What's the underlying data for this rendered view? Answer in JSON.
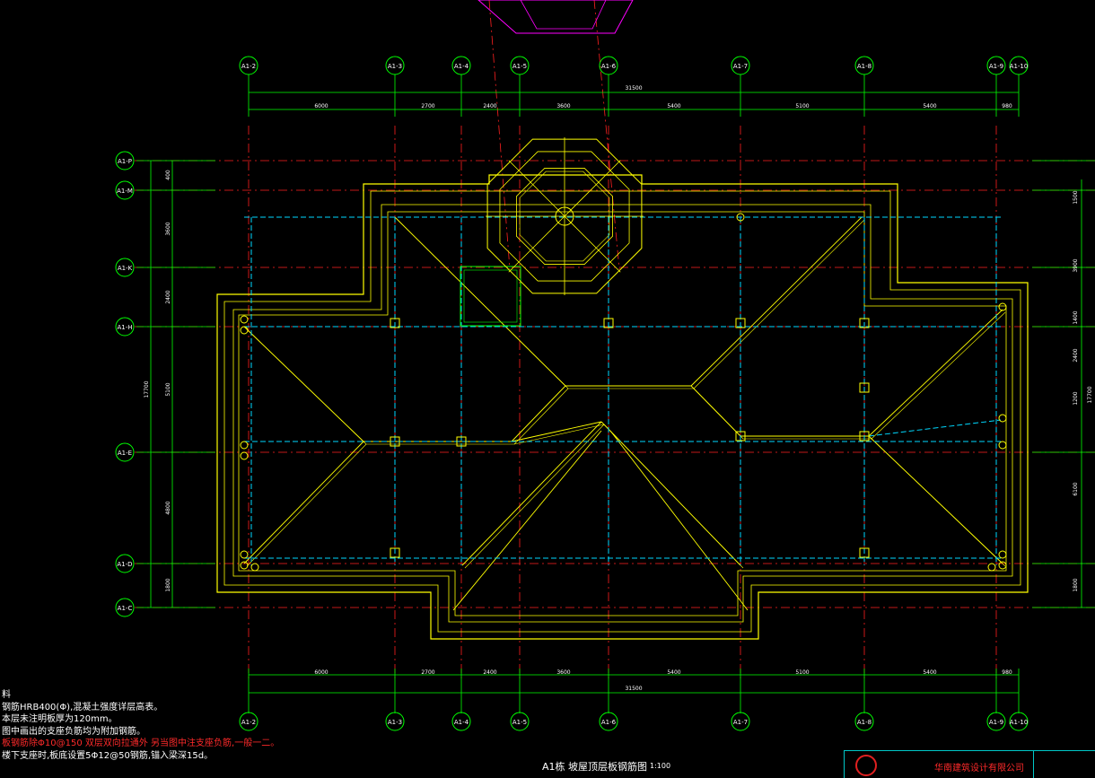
{
  "grid_cols": [
    "A1-2",
    "A1-3",
    "A1-4",
    "A1-5",
    "A1-6",
    "A1-7",
    "A1-8",
    "A1-9",
    "A1-10"
  ],
  "grid_rows": [
    "A1-P",
    "A1-M",
    "A1-K",
    "A1-H",
    "A1-E",
    "A1-D",
    "A1-C"
  ],
  "dims_top": [
    "6000",
    "2700",
    "2400",
    "3600",
    "5400",
    "5100",
    "5400",
    "980"
  ],
  "dims_bottom": [
    "6000",
    "2700",
    "2400",
    "3600",
    "5400",
    "5100",
    "5400",
    "980"
  ],
  "dim_total": "31500",
  "dims_left": [
    "400",
    "3600",
    "2400",
    "5100",
    "4800",
    "1800"
  ],
  "dim_left_total": "17700",
  "dims_right": [
    "1500",
    "3900",
    "1400",
    "2400",
    "1200",
    "6100",
    "1800"
  ],
  "dim_right_total": "17700",
  "notes": [
    "料",
    "钢筋HRB400(Φ),混凝土强度详层高表。",
    "本层未注明板厚为120mm。",
    "图中画出的支座负筋均为附加钢筋。",
    "板钢筋除Φ10@150 双层双向拉通外 另当图中注支座负筋,一般一二。",
    "楼下支座时,板底设置5Φ12@50钢筋,锚入梁深15d。"
  ],
  "title": "A1栋  坡屋顶层板钢筋图",
  "scale": "1:100",
  "company": "华南建筑设计有限公司",
  "colors": {
    "grid": "#00ff00",
    "axis": "#ff2020",
    "wall": "#ffff00",
    "beam": "#00d8ff",
    "tower": "#ff00ff"
  }
}
